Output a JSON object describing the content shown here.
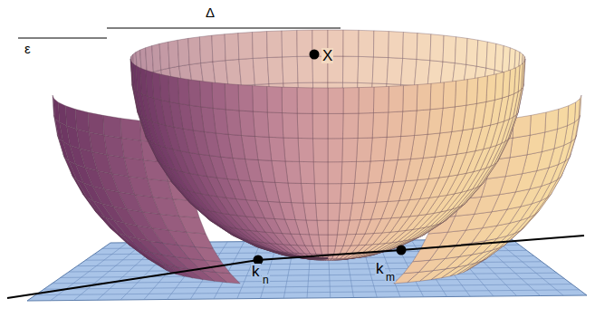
{
  "diagram": {
    "labels": [
      "Δ",
      "ε",
      "X",
      "k",
      "n",
      "k",
      "m"
    ]
  }
}
